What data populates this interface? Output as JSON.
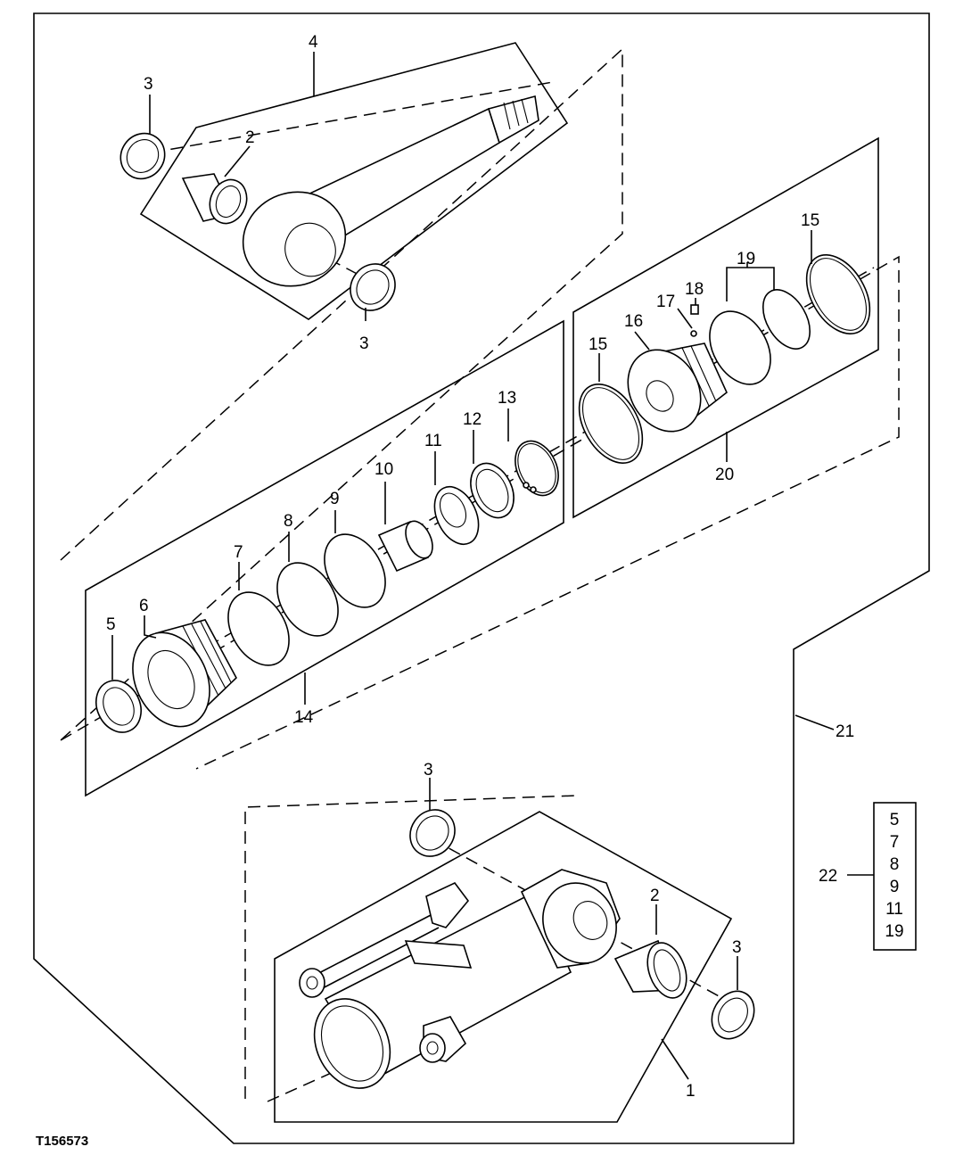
{
  "figure_id": "T156573",
  "callouts": {
    "c1": "1",
    "c2a": "2",
    "c2b": "2",
    "c3a": "3",
    "c3b": "3",
    "c3c": "3",
    "c3d": "3",
    "c4": "4",
    "c5": "5",
    "c6": "6",
    "c7": "7",
    "c8": "8",
    "c9": "9",
    "c10": "10",
    "c11": "11",
    "c12": "12",
    "c13": "13",
    "c14": "14",
    "c15a": "15",
    "c15b": "15",
    "c16": "16",
    "c17": "17",
    "c18": "18",
    "c19": "19",
    "c20": "20",
    "c21": "21",
    "c22": "22"
  },
  "kit_22_contents": [
    "5",
    "7",
    "8",
    "9",
    "11",
    "19"
  ]
}
